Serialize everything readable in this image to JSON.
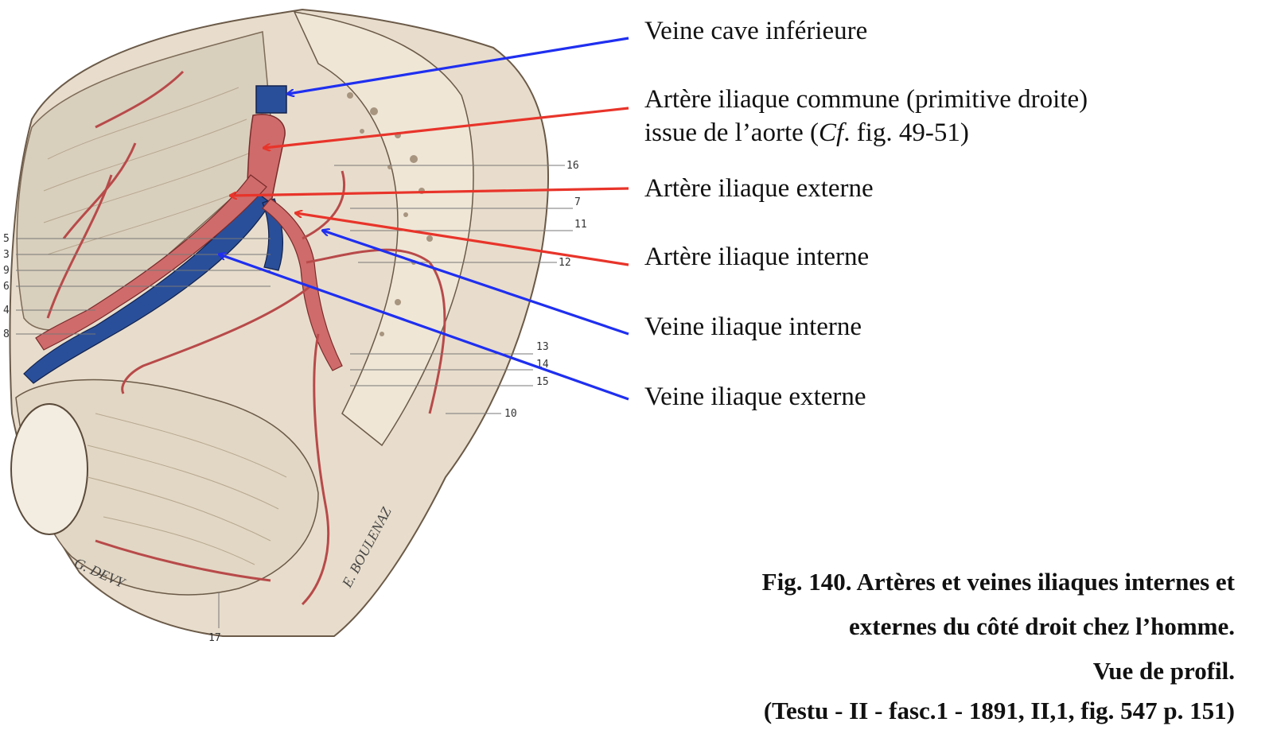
{
  "colors": {
    "artery_pointer": "#e8342a",
    "vein_pointer": "#1f2ff0",
    "artery_fill": "#cf6b6b",
    "vein_fill": "#2a4f9a",
    "bone_fill": "#e8ddcc",
    "muscle_fill": "#d9cfbd"
  },
  "labels": {
    "vena_cava": "Veine cave inférieure",
    "common_iliac_line1": "Artère iliaque commune (primitive droite)",
    "common_iliac_line2_prefix": "issue de l’aorte (",
    "common_iliac_line2_italic": "Cf",
    "common_iliac_line2_suffix": ". fig. 49-51)",
    "external_iliac_artery": "Artère iliaque externe",
    "internal_iliac_artery": "Artère iliaque interne",
    "internal_iliac_vein": "Veine iliaque interne",
    "external_iliac_vein": "Veine iliaque externe"
  },
  "caption": {
    "line1": "Fig. 140. Artères et veines iliaques internes et",
    "line2": "externes du côté droit chez l’homme.",
    "line3": "Vue de profil.",
    "line4": "(Testu - II - fasc.1 - 1891, II,1, fig. 547 p. 151)"
  },
  "illustration": {
    "signature_left": "G. DEVY",
    "signature_right": "E. BOULENAZ",
    "ref_numbers": [
      "16",
      "7",
      "11",
      "12",
      "13",
      "14",
      "15",
      "10",
      "5",
      "3",
      "9",
      "6",
      "4",
      "8",
      "17"
    ]
  }
}
